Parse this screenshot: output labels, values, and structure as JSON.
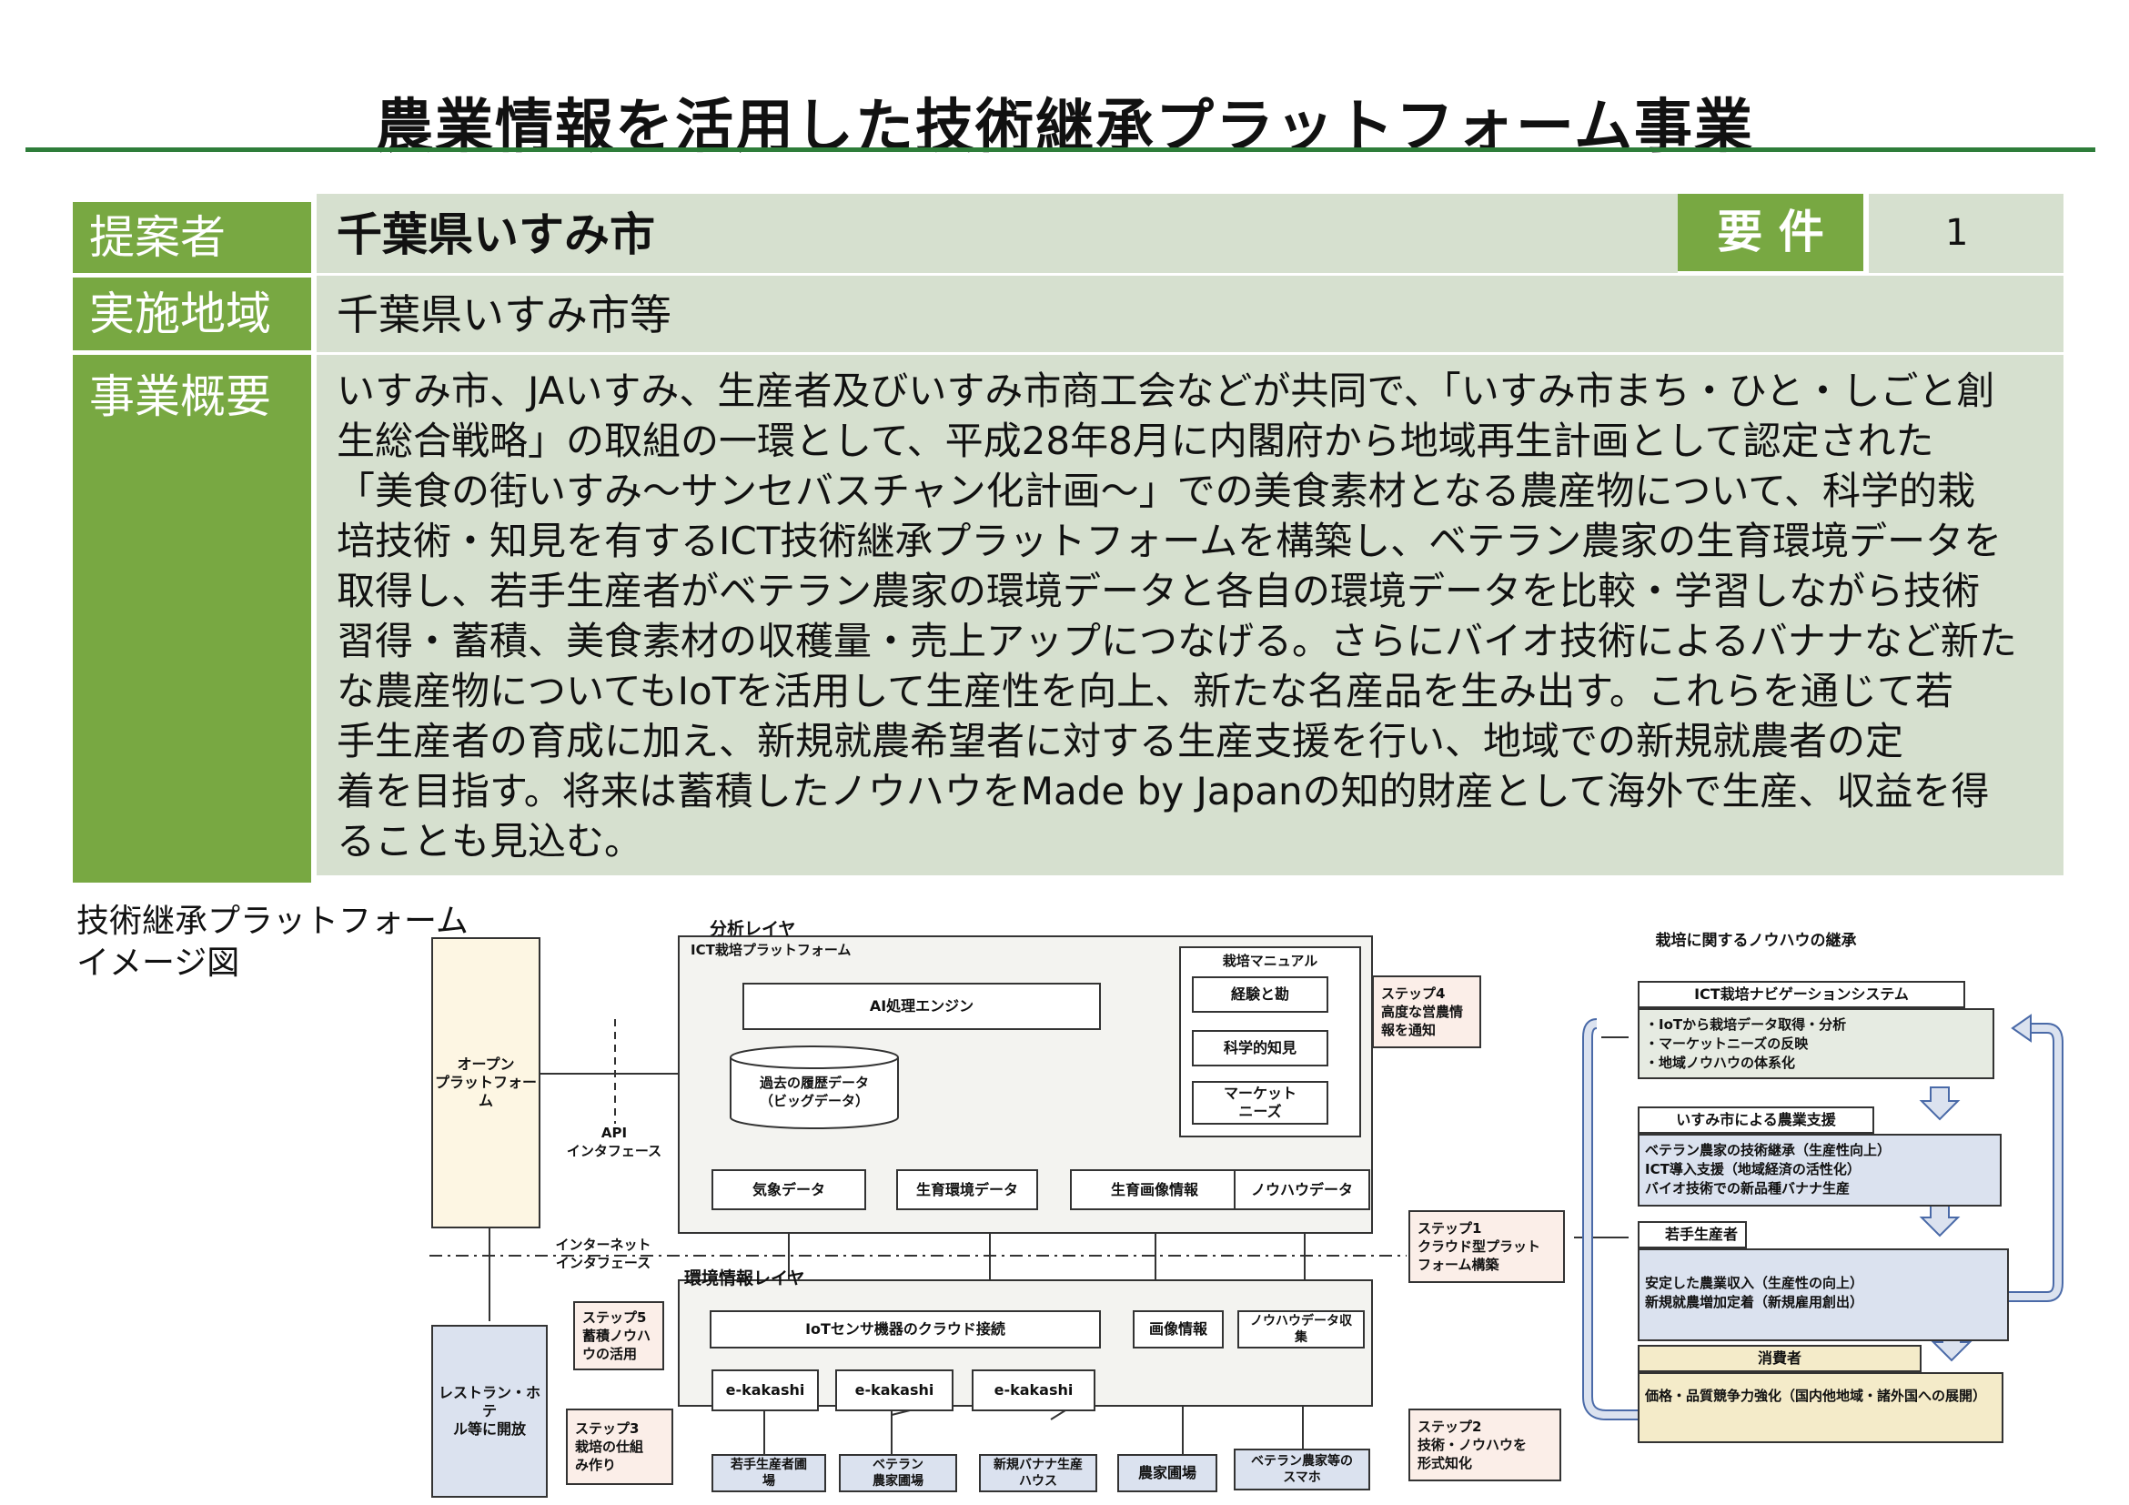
{
  "title": "農業情報を活用した技術継承プラットフォーム事業",
  "table": {
    "proposer_label": "提案者",
    "proposer_value": "千葉県いすみ市",
    "requirement_label": "要 件",
    "requirement_value": "1",
    "area_label": "実施地域",
    "area_value": "千葉県いすみ市等",
    "summary_label": "事業概要",
    "summary_lines": [
      "いすみ市、JAいすみ、生産者及びいすみ市商工会などが共同で、「いすみ市まち・ひと・しごと創",
      "生総合戦略」の取組の一環として、平成28年8月に内閣府から地域再生計画として認定された",
      "「美食の街いすみ～サンセバスチャン化計画～」での美食素材となる農産物について、科学的栽",
      "培技術・知見を有するICT技術継承プラットフォームを構築し、ベテラン農家の生育環境データを",
      "取得し、若手生産者がベテラン農家の環境データと各自の環境データを比較・学習しながら技術",
      "習得・蓄積、美食素材の収穫量・売上アップにつなげる。さらにバイオ技術によるバナナなど新た",
      "な農産物についてもIoTを活用して生産性を向上、新たな名産品を生み出す。これらを通じて若",
      "手生産者の育成に加え、新規就農希望者に対する生産支援を行い、地域での新規就農者の定",
      "着を目指す。将来は蓄積したノウハウをMade by Japanの知的財産として海外で生産、収益を得",
      "ることも見込む。"
    ]
  },
  "diagram": {
    "caption_line1": "技術継承プラットフォーム",
    "caption_line2": "イメージ図",
    "open_platform": "オープン\nプラットフォーム",
    "restaurant": "レストラン・ホテ\nル等に開放",
    "api": "API\nインタフェース",
    "internet": "インターネット\nインタフェース",
    "analysis_layer": "分析レイヤ",
    "ict_platform": "ICT栽培プラットフォーム",
    "ai_engine": "AI処理エンジン",
    "history_data": "過去の履歴データ\n（ビッグデータ）",
    "manual_title": "栽培マニュアル",
    "manual_items": [
      "経験と勘",
      "科学的知見",
      "マーケット\nニーズ"
    ],
    "data_boxes": [
      "気象データ",
      "生育環境データ",
      "生育画像情報",
      "ノウハウデータ"
    ],
    "env_layer": "環境情報レイヤ",
    "iot_cloud": "IoTセンサ機器のクラウド接続",
    "image_info": "画像情報",
    "knowhow_collect": "ノウハウデータ収\n集",
    "kakashi": [
      "e-kakashi",
      "e-kakashi",
      "e-kakashi"
    ],
    "farms": [
      "若手生産者圃\n場",
      "ベテラン\n農家圃場",
      "新規バナナ生産\nハウス",
      "農家圃場",
      "ベテラン農家等の\nスマホ"
    ],
    "steps": [
      "ステップ4\n高度な営農情\n報を通知",
      "ステップ1\nクラウド型プラット\nフォーム構築",
      "ステップ5\n蓄積ノウハ\nウの活用",
      "ステップ3\n栽培の仕組\nみ作り",
      "ステップ2\n技術・ノウハウを\n形式知化"
    ]
  },
  "right_panel": {
    "title": "栽培に関するノウハウの継承",
    "nav_title": "ICT栽培ナビゲーションシステム",
    "nav_items": [
      "・IoTから栽培データ取得・分析",
      "・マーケットニーズの反映",
      "・地域ノウハウの体系化"
    ],
    "support_title": "いすみ市による農業支援",
    "support_items": [
      "ベテラン農家の技術継承（生産性向上）",
      "ICT導入支援（地域経済の活性化）",
      "バイオ技術での新品種バナナ生産"
    ],
    "young_title": "若手生産者",
    "young_items": [
      "安定した農業収入（生産性の向上）",
      "新規就農増加定着（新規雇用創出）"
    ],
    "consumer_title": "消費者",
    "consumer_text": "価格・品質競争力強化（国内他地域・諸外国への展開）"
  }
}
